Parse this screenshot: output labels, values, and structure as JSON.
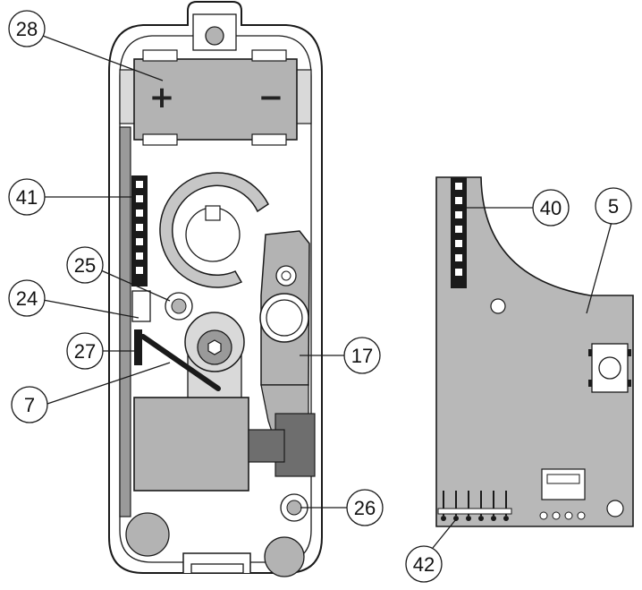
{
  "battery": {
    "plus_symbol": "+",
    "minus_symbol": "−"
  },
  "callouts": {
    "c28": "28",
    "c41": "41",
    "c25": "25",
    "c24": "24",
    "c27": "27",
    "c7": "7",
    "c17": "17",
    "c26": "26",
    "c40": "40",
    "c5": "5",
    "c42": "42"
  },
  "colors": {
    "line": "#1a1a1a",
    "component_fill": "#b3b3b3",
    "dark_fill": "#6e6e6e",
    "board_fill": "#b8b8b8"
  }
}
